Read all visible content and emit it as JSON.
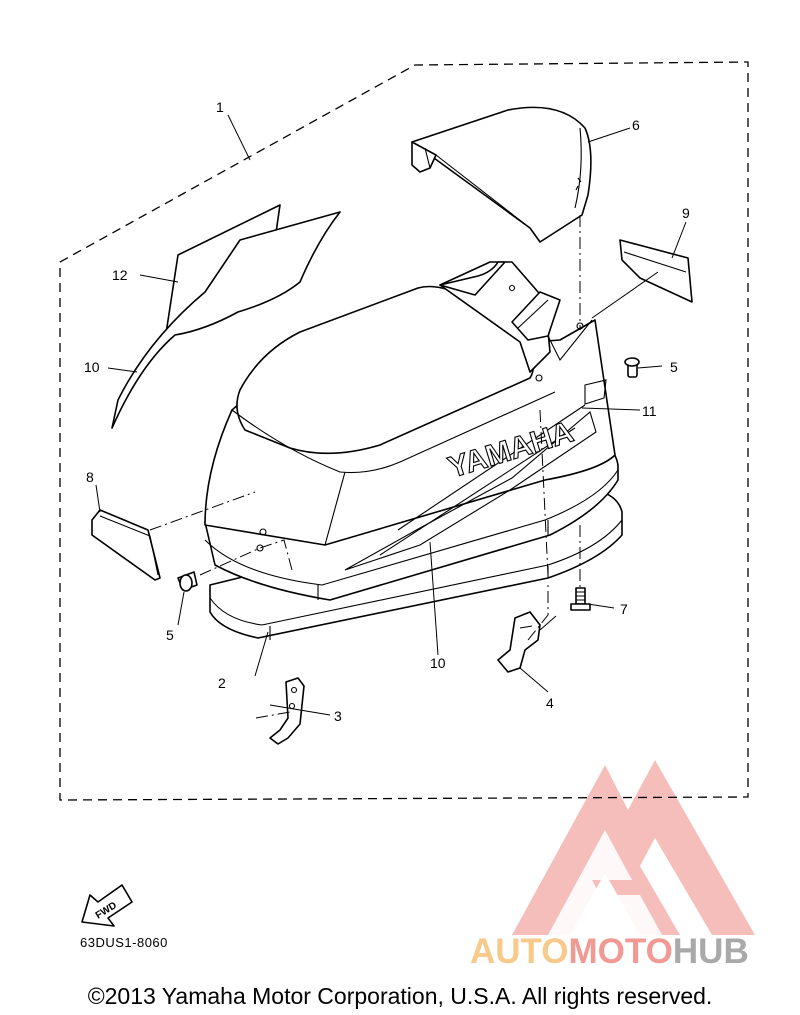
{
  "diagram": {
    "callouts": {
      "c1": "1",
      "c2": "2",
      "c3": "3",
      "c4": "4",
      "c5a": "5",
      "c5b": "5",
      "c6": "6",
      "c7": "7",
      "c8": "8",
      "c9": "9",
      "c10a": "10",
      "c10b": "10",
      "c11": "11",
      "c12": "12"
    },
    "decal_text": "YAMAHA",
    "fwd_label": "FWD",
    "code": "63DUS1-8060"
  },
  "watermark": {
    "auto": "AUTO",
    "moto": "MOTO",
    "hub": "HUB",
    "colors": {
      "auto": "#f7c98a",
      "moto": "#f19a94",
      "hub": "#a9a9a9",
      "logo": "#f08a84"
    }
  },
  "footer": {
    "copyright": "©2013 Yamaha Motor Corporation, U.S.A. All rights reserved."
  }
}
